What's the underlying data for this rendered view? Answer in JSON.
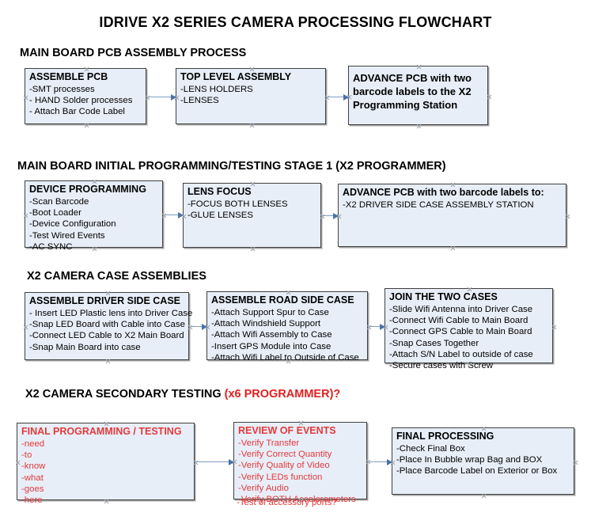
{
  "title": "IDRIVE X2  SERIES CAMERA PROCESSING FLOWCHART",
  "sections": [
    {
      "id": "s1",
      "label": "MAIN BOARD PCB ASSEMBLY PROCESS",
      "accent": ""
    },
    {
      "id": "s2",
      "label": "MAIN BOARD INITIAL PROGRAMMING/TESTING STAGE 1 (X2 PROGRAMMER)",
      "accent": ""
    },
    {
      "id": "s3",
      "label": "X2 CAMERA CASE ASSEMBLIES",
      "accent": ""
    },
    {
      "id": "s4",
      "label": "X2 CAMERA SECONDARY TESTING ",
      "accent": "(x6 PROGRAMMER)?"
    }
  ],
  "nodes": {
    "assemble_pcb": {
      "title": "ASSEMBLE PCB",
      "lines": [
        "-SMT processes",
        "- HAND Solder processes",
        "- Attach Bar Code Label"
      ]
    },
    "top_level_assembly": {
      "title": "TOP LEVEL ASSEMBLY",
      "lines": [
        "-LENS HOLDERS",
        "-LENSES"
      ]
    },
    "advance_pcb_station": {
      "title": "ADVANCE PCB with two barcode labels to the  X2 Programming Station",
      "lines": []
    },
    "device_programming": {
      "title": "DEVICE PROGRAMMING",
      "lines": [
        "-Scan Barcode",
        "-Boot Loader",
        "-Device Configuration",
        "-Test Wired Events",
        "-AC SYNC"
      ]
    },
    "lens_focus": {
      "title": "LENS FOCUS",
      "lines": [
        "-FOCUS BOTH LENSES",
        "-GLUE LENSES"
      ]
    },
    "advance_pcb_driver": {
      "title": "ADVANCE PCB with two barcode labels to:",
      "lines": [
        "-X2 DRIVER  SIDE  CASE  ASSEMBLY STATION"
      ]
    },
    "assemble_driver_side": {
      "title": "ASSEMBLE DRIVER SIDE CASE",
      "lines": [
        "- Insert LED Plastic lens into Driver Case",
        "-Snap LED Board with Cable into Case",
        "-Connect LED Cable to X2 Main Board",
        "-Snap Main Board into case"
      ]
    },
    "assemble_road_side": {
      "title": "ASSEMBLE ROAD SIDE CASE",
      "lines": [
        "-Attach Support Spur to Case",
        "-Attach Windshield Support",
        "-Attach Wifi Assembly to Case",
        "-Insert GPS Module into Case",
        "-Attach Wifi Label to Outside of Case"
      ]
    },
    "join_two_cases": {
      "title": "JOIN THE TWO CASES",
      "lines": [
        "-Slide Wifi Antenna into Driver Case",
        "-Connect Wifi Cable to Main Board",
        "-Connect GPS Cable to Main Board",
        "-Snap Cases Together",
        "-Attach S/N Label to outside of case",
        "-Secure cases with Screw"
      ]
    },
    "final_programming": {
      "title": "FINAL PROGRAMMING / TESTING",
      "lines": [
        "-need",
        "-to",
        "-know",
        "-what",
        "-goes",
        "-here"
      ]
    },
    "review_of_events": {
      "title": "REVIEW OF EVENTS",
      "lines": [
        "-Verify Transfer",
        "-Verify Correct Quantity",
        "-Verify Quality of Video",
        "-Verify LEDs function",
        "-Verify Audio",
        "-Verify BOTH Accelerometers"
      ],
      "overflow_line": "-Test of accessory ports?"
    },
    "final_processing": {
      "title": "FINAL PROCESSING",
      "lines": [
        " -Check Final Box",
        "-Place In Bubble wrap Bag and BOX",
        "-Place Barcode Label on Exterior or Box"
      ]
    }
  },
  "colors": {
    "node_fill": "#e8eef8",
    "node_border": "#3f3f3f",
    "connector": "#4a72ab",
    "accent_red": "#e23a3a",
    "text": "#000000"
  }
}
